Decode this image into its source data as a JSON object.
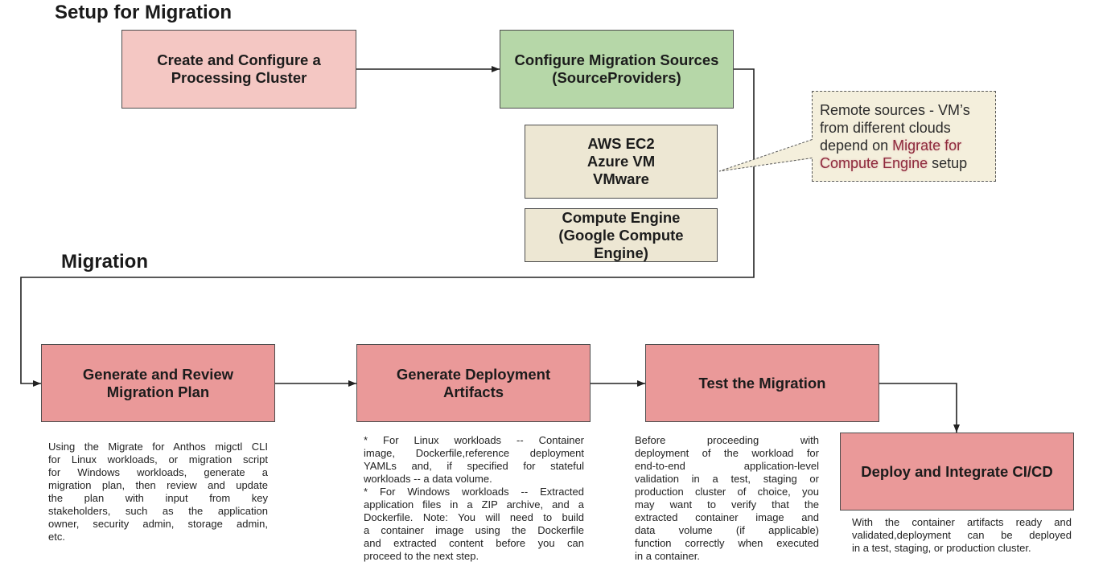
{
  "headings": {
    "setup": "Setup for Migration",
    "migration": "Migration"
  },
  "setup": {
    "cluster_box": {
      "lines": [
        "Create and Configure a",
        "Processing Cluster"
      ]
    },
    "sources_box": {
      "lines": [
        "Configure Migration Sources",
        "(SourceProviders)"
      ]
    },
    "providers_box": {
      "lines": [
        "AWS EC2",
        "Azure VM",
        "VMware"
      ]
    },
    "compute_engine_box": {
      "lines": [
        "Compute Engine",
        "(Google Compute",
        "Engine)"
      ]
    },
    "callout": {
      "text_before": "Remote sources - VM’s from different clouds depend on ",
      "highlight": "Migrate for Compute Engine",
      "text_after": " setup"
    }
  },
  "steps": [
    {
      "title_lines": [
        "Generate and Review",
        "Migration Plan"
      ],
      "description": [
        [
          "Using the Migrate for Anthos migctl CLI",
          "for Linux workloads, or migration script",
          "for Windows workloads, generate a",
          "migration plan, then review and update",
          "the plan with input from key",
          "stakeholders, such as the application",
          "owner, security admin, storage admin,",
          "etc."
        ]
      ]
    },
    {
      "title_lines": [
        "Generate Deployment",
        "Artifacts"
      ],
      "description": [
        [
          "* For Linux workloads -- Container",
          "image, Dockerfile,reference deployment",
          "YAMLs and, if specified for stateful",
          "workloads -- a data volume."
        ],
        [
          "* For Windows workloads -- Extracted",
          "application files in a ZIP archive, and a",
          "Dockerfile. Note: You will need to build",
          "a container image using the Dockerfile",
          "and extracted content before you can",
          "proceed to the next step."
        ]
      ]
    },
    {
      "title_lines": [
        "Test the Migration"
      ],
      "description": [
        [
          "Before proceeding with",
          "deployment of the workload for",
          "end-to-end application-level",
          "validation in a test, staging or",
          "production cluster of choice, you",
          "may want to verify that the",
          "extracted container image and",
          "data volume (if applicable)",
          "function correctly when executed",
          "in a container."
        ]
      ]
    },
    {
      "title_lines": [
        "Deploy and Integrate CI/CD"
      ],
      "description": [
        [
          "With the container artifacts ready and",
          "validated,deployment can be deployed",
          "in a test, staging, or production cluster."
        ]
      ]
    }
  ],
  "colors": {
    "cluster_box_fill": "#f4c7c3",
    "sources_box_fill": "#b6d7a8",
    "provider_box_fill": "#ede7d3",
    "step_box_fill": "#ea9999",
    "callout_fill": "#f4efdc",
    "callout_highlight_text": "#8e2b3d"
  }
}
